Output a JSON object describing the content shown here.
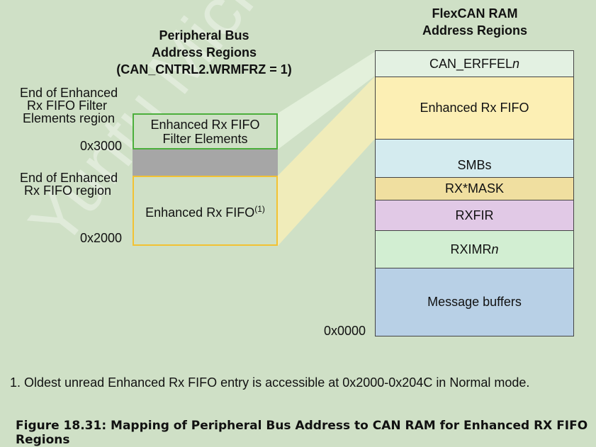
{
  "left_title": {
    "line1": "Peripheral Bus",
    "line2": "Address Regions",
    "line3": "(CAN_CNTRL2.WRMFRZ = 1)"
  },
  "right_title": {
    "line1": "FlexCAN RAM",
    "line2": "Address Regions"
  },
  "left_labels": {
    "filter_end": {
      "line1": "End of Enhanced",
      "line2": "Rx FIFO Filter",
      "line3": "Elements region"
    },
    "fifo_end": {
      "line1": "End of Enhanced",
      "line2": "Rx FIFO region"
    }
  },
  "left_addresses": {
    "addr_3000": "0x3000",
    "addr_2000": "0x2000"
  },
  "left_boxes": {
    "filter": {
      "line1": "Enhanced Rx FIFO",
      "line2": "Filter Elements"
    },
    "fifo": {
      "label": "Enhanced Rx FIFO",
      "sup": "(1)"
    }
  },
  "ram_regions": {
    "erffel": {
      "label": "CAN_ERFFEL",
      "suffix": "n"
    },
    "fifo": {
      "label": "Enhanced Rx FIFO"
    },
    "smbs": {
      "label": "SMBs"
    },
    "rxmask": {
      "label": "RX*MASK"
    },
    "rxfir": {
      "label": "RXFIR"
    },
    "rximr": {
      "label": "RXIMR",
      "suffix": "n"
    },
    "msgbuf": {
      "label": "Message buffers"
    }
  },
  "ram_address": "0x0000",
  "watermark": "Yuntu Microelec",
  "footnote": "1. Oldest unread Enhanced Rx FIFO entry is accessible at 0x2000-0x204C in Normal mode.",
  "caption": "Figure 18.31:  Mapping of Peripheral Bus Address to CAN RAM for Enhanced RX FIFO Regions",
  "colors": {
    "background": "#cfe0c6",
    "green_border": "#4caf3c",
    "yellow_border": "#f2c233",
    "gray_block": "#a6a6a6",
    "erffel": "#e3f1e2",
    "fifo": "#fcefb4",
    "smbs": "#d4ebef",
    "rxmask": "#f0dfa0",
    "rxfir": "#e1c9e6",
    "rximr": "#d2eed2",
    "msgbuf": "#b8d0e6"
  }
}
